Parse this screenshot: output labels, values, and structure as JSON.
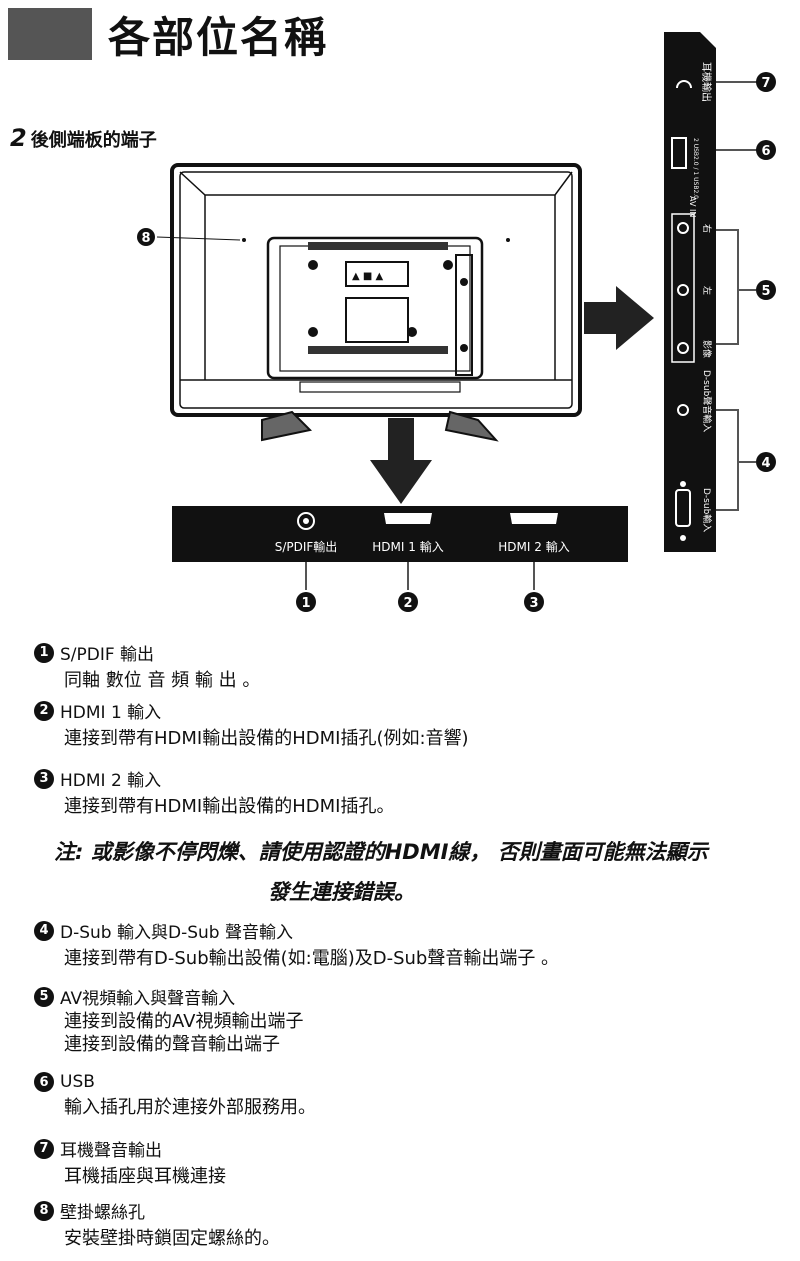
{
  "header": {
    "title": "各部位名稱",
    "section_number": "2",
    "section_title": "後側端板的端子"
  },
  "diagram": {
    "bottom_panel": {
      "spdif": "S/PDIF輸出",
      "hdmi1": "HDMI 1 輸入",
      "hdmi2": "HDMI 2 輸入"
    },
    "side_panel": {
      "headphone": "耳機輸出",
      "usb": "2 USB2.0 / 1 USB2.0",
      "av_in": "AV IN",
      "right": "右",
      "left": "左",
      "video": "影像",
      "dsub_audio": "D-sub聲音輸入",
      "dsub_in": "D-sub輸入"
    },
    "callouts": [
      "1",
      "2",
      "3",
      "4",
      "5",
      "6",
      "7",
      "8"
    ]
  },
  "items": [
    {
      "num": "1",
      "title": "S/PDIF 輸出",
      "lines": [
        "同軸 數位 音 頻 輸 出 。"
      ]
    },
    {
      "num": "2",
      "title": "HDMI 1 輸入",
      "lines": [
        "連接到帶有HDMI輸出設備的HDMI插孔(例如:音響)"
      ]
    },
    {
      "num": "3",
      "title": "HDMI 2 輸入",
      "lines": [
        "連接到帶有HDMI輸出設備的HDMI插孔。"
      ]
    }
  ],
  "note": {
    "line1": "注: 或影像不停閃爍、請使用認證的HDMI線， 否則畫面可能無法顯示",
    "line2": "發生連接錯誤。"
  },
  "items2": [
    {
      "num": "4",
      "title": "D-Sub 輸入與D-Sub 聲音輸入",
      "lines": [
        "連接到帶有D-Sub輸出設備(如:電腦)及D-Sub聲音輸出端子 。"
      ]
    },
    {
      "num": "5",
      "title": "AV視頻輸入與聲音輸入",
      "lines": [
        "連接到設備的AV視頻輸出端子",
        "連接到設備的聲音輸出端子"
      ]
    },
    {
      "num": "6",
      "title": "USB",
      "lines": [
        "輸入插孔用於連接外部服務用。"
      ]
    },
    {
      "num": "7",
      "title": "耳機聲音輸出",
      "lines": [
        "耳機插座與耳機連接"
      ]
    },
    {
      "num": "8",
      "title": "壁掛螺絲孔",
      "lines": [
        "安裝壁掛時鎖固定螺絲的。"
      ]
    }
  ]
}
